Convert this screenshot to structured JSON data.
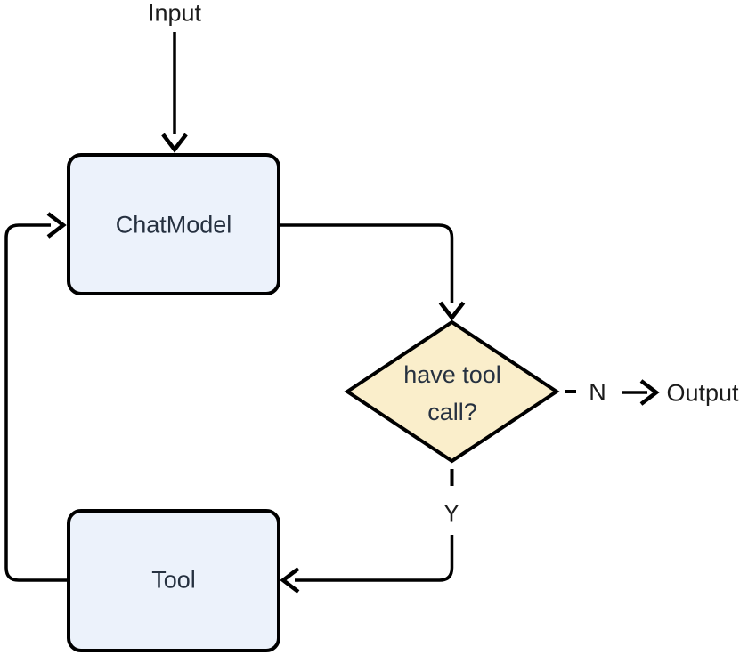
{
  "colors": {
    "background": "#ffffff",
    "stroke": "#000000",
    "node_fill": "#ecf2fb",
    "decision_fill": "#faeecb",
    "node_text": "#263140",
    "label_text": "#1c1c1c"
  },
  "flow": {
    "input_label": "Input",
    "output_label": "Output",
    "nodes": [
      {
        "id": "chatmodel",
        "shape": "rect",
        "label": "ChatModel"
      },
      {
        "id": "decision",
        "shape": "diamond",
        "label": [
          "have tool",
          "call?"
        ]
      },
      {
        "id": "tool",
        "shape": "rect",
        "label": "Tool"
      }
    ],
    "edge_labels": {
      "no": "N",
      "yes": "Y"
    },
    "edges": [
      {
        "from": "input",
        "to": "chatmodel",
        "style": "solid"
      },
      {
        "from": "chatmodel",
        "to": "decision",
        "style": "solid"
      },
      {
        "from": "decision",
        "to": "output",
        "label": "N",
        "style": "dashed"
      },
      {
        "from": "decision",
        "to": "tool",
        "label": "Y",
        "style": "dashed"
      },
      {
        "from": "tool",
        "to": "chatmodel",
        "style": "solid"
      }
    ]
  }
}
